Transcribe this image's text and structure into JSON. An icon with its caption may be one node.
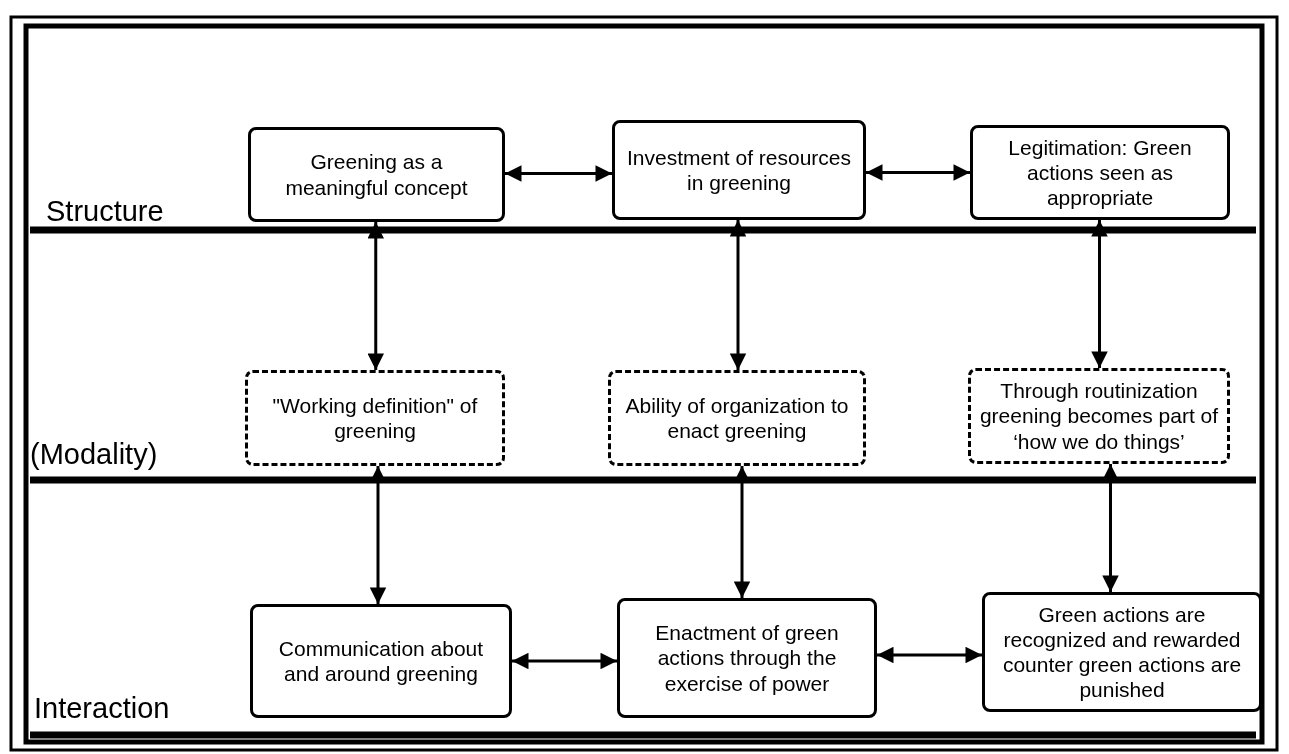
{
  "diagram": {
    "nodes": [
      {
        "text": [
          "Greening as a meaningful concept"
        ]
      },
      {
        "text": [
          "Investment of resources in greening"
        ]
      },
      {
        "text": [
          "Legitimation: Green actions seen as appropriate"
        ]
      },
      {
        "text": [
          "\"Working definition\" of greening"
        ]
      },
      {
        "text": [
          "Ability of organization to enact greening"
        ]
      },
      {
        "text": [
          "Through routinization greening becomes part of ‘how we do things’"
        ]
      },
      {
        "text": [
          "Communication about and around greening"
        ]
      },
      {
        "text": [
          "Enactment of green actions through the exercise of power"
        ]
      },
      {
        "text": [
          "Green actions are recognized and rewarded counter green actions are punished"
        ]
      }
    ],
    "edges": [
      {
        "from": 0,
        "to": 1,
        "arrow": "both"
      },
      {
        "from": 1,
        "to": 2,
        "arrow": "both"
      },
      {
        "from": 0,
        "to": 3,
        "arrow": "both"
      },
      {
        "from": 1,
        "to": 4,
        "arrow": "both"
      },
      {
        "from": 2,
        "to": 5,
        "arrow": "both"
      },
      {
        "from": 3,
        "to": 6,
        "arrow": "both"
      },
      {
        "from": 4,
        "to": 7,
        "arrow": "both"
      },
      {
        "from": 5,
        "to": 8,
        "arrow": "both"
      },
      {
        "from": 6,
        "to": 7,
        "arrow": "both"
      },
      {
        "from": 7,
        "to": 8,
        "arrow": "both"
      }
    ],
    "labels": [
      "Structure",
      "(Modality)",
      "Interaction"
    ]
  }
}
